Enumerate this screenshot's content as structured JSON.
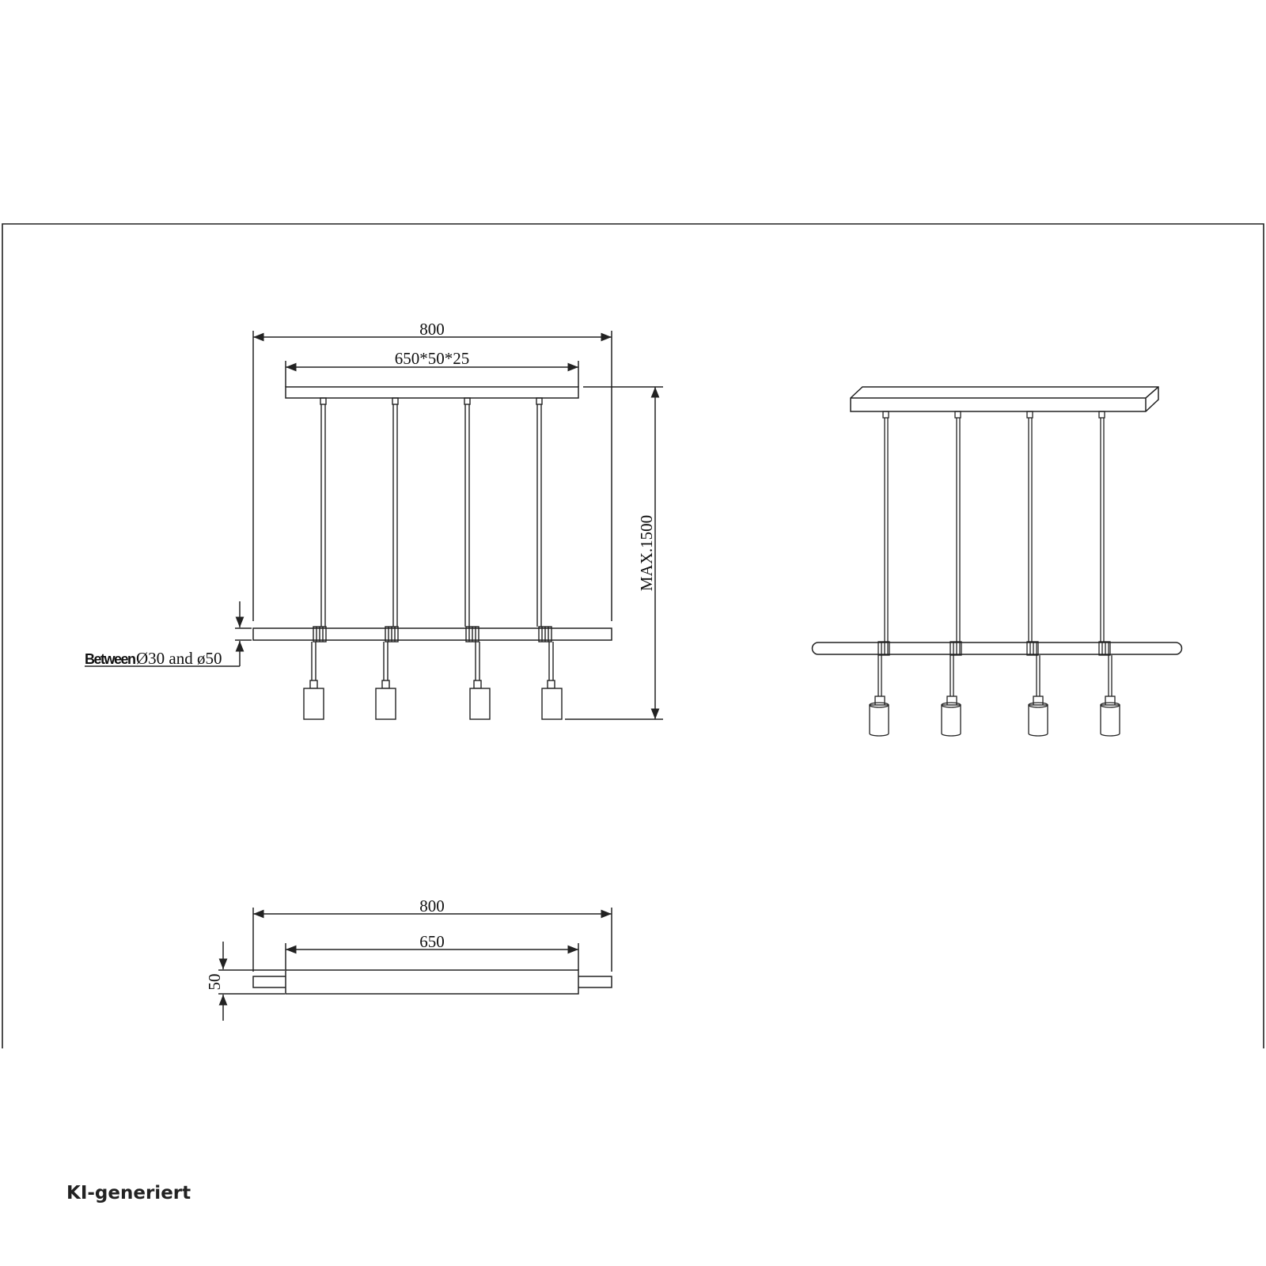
{
  "drawing": {
    "front_view": {
      "overall_width": "800",
      "canopy_size": "650*50*25",
      "max_height": "MAX.1500",
      "bar_diameter_prefix": "Between",
      "bar_diameter_note": "Ø30 and ø50",
      "pendant_count": 4
    },
    "perspective_view": {
      "pendant_count": 4
    },
    "top_view": {
      "overall_width": "800",
      "canopy_length": "650",
      "canopy_depth": "50"
    }
  },
  "footer": {
    "label": "KI-generiert"
  },
  "colors": {
    "line": "#222222",
    "background": "#ffffff"
  }
}
